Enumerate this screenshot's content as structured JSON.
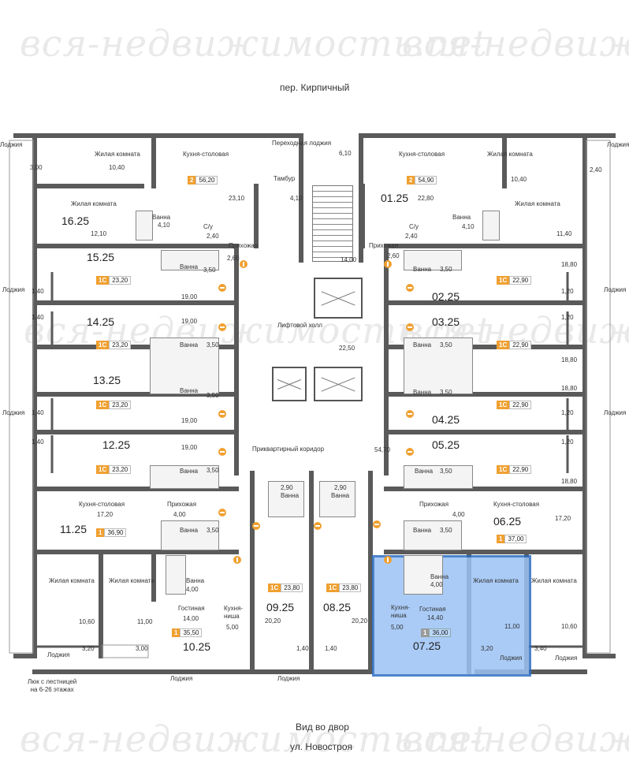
{
  "watermark": "вся-недвижимость.net",
  "streets": {
    "top": "пер. Кирпичный",
    "bottom_view": "Вид во двор",
    "bottom_street": "ул. Новостроя"
  },
  "common": {
    "transition_loggia": "Переходная лоджия",
    "transition_loggia_area": "6,10",
    "vestibule": "Тамбур",
    "vestibule_area": "4,10",
    "stair_area": "14,00",
    "lift_hall": "Лифтовой холл",
    "lift_hall_area": "22,50",
    "corridor": "Приквартирный коридор",
    "corridor_area": "54,70",
    "hatch_note": "Люк с лестницей\nна 6-26 этажах"
  },
  "room_names": {
    "living": "Жилая комната",
    "kitchen_dining": "Кухня-столовая",
    "hall": "Прихожая",
    "bath": "Ванна",
    "wc": "С/у",
    "loggia": "Лоджия",
    "lounge": "Гостиная",
    "kitchen_niche": "Кухня-\nниша"
  },
  "apartments": [
    {
      "number": "16.25",
      "rooms": "2",
      "area": "56,20"
    },
    {
      "number": "01.25",
      "rooms": "2",
      "area": "54,90"
    },
    {
      "number": "15.25",
      "rooms": "1С",
      "area": "23,20"
    },
    {
      "number": "14.25",
      "rooms": "1С",
      "area": "23,20"
    },
    {
      "number": "13.25",
      "rooms": "1С",
      "area": "23,20"
    },
    {
      "number": "12.25",
      "rooms": "1С",
      "area": "23,20"
    },
    {
      "number": "11.25",
      "rooms": "1",
      "area": "36,90"
    },
    {
      "number": "10.25",
      "rooms": "1",
      "area": "35,50"
    },
    {
      "number": "09.25",
      "rooms": "1С",
      "area": "23,80"
    },
    {
      "number": "08.25",
      "rooms": "1С",
      "area": "23,80"
    },
    {
      "number": "07.25",
      "rooms": "1",
      "area": "36,00",
      "selected": true
    },
    {
      "number": "06.25",
      "rooms": "1",
      "area": "37,00"
    },
    {
      "number": "05.25",
      "rooms": "1С",
      "area": "22,90"
    },
    {
      "number": "04.25",
      "rooms": "1С",
      "area": "22,90"
    },
    {
      "number": "03.25",
      "rooms": "1С",
      "area": "22,90"
    },
    {
      "number": "02.25",
      "rooms": "1С",
      "area": "22,90"
    }
  ],
  "areas": {
    "a16_loggia": "3,00",
    "a16_living1": "10,40",
    "a16_kitchen": "23,10",
    "a16_living2": "12,10",
    "a16_bath": "4,10",
    "a16_wc": "2,40",
    "a16_hall": "2,60",
    "a01_kitchen": "22,80",
    "a01_living1": "10,40",
    "a01_loggia": "2,40",
    "a01_living2": "11,40",
    "a01_bath": "4,10",
    "a01_wc": "2,40",
    "a01_hall": "2,60",
    "a15_main": "19,00",
    "a15_bath": "3,50",
    "a15_loggia": "1,40",
    "a14_main": "19,00",
    "a14_bath": "3,50",
    "a14_loggia": "1,40",
    "a13_main": "19,00",
    "a13_bath": "3,50",
    "a13_loggia": "1,40",
    "a12_main": "19,00",
    "a12_bath": "3,50",
    "a12_loggia": "1,40",
    "a11_kitchen": "17,20",
    "a11_hall": "4,00",
    "a11_bath": "3,50",
    "a11_living": "10,60",
    "a11_loggia": "3,20",
    "a10_living": "11,00",
    "a10_lounge": "14,00",
    "a10_bath": "4,00",
    "a10_niche": "5,00",
    "a10_loggia": "3,00",
    "a09_bath": "2,90",
    "a09_main": "20,20",
    "a09_loggia": "1,40",
    "a08_bath": "2,90",
    "a08_main": "20,20",
    "a08_loggia": "1,40",
    "a07_bath": "4,00",
    "a07_lounge": "14,40",
    "a07_niche": "5,00",
    "a07_living": "11,00",
    "a07_loggia": "3,20",
    "a06_kitchen": "17,20",
    "a06_hall": "4,00",
    "a06_bath": "3,50",
    "a06_living": "10,60",
    "a06_loggia": "3,40",
    "a05_main": "18,80",
    "a05_bath": "3,50",
    "a05_loggia": "1,20",
    "a04_main": "18,80",
    "a04_bath": "3,50",
    "a04_loggia": "1,20",
    "a03_main": "18,80",
    "a03_bath": "3,50",
    "a03_loggia": "1,20",
    "a02_main": "18,80",
    "a02_bath": "3,50",
    "a02_loggia": "1,20"
  },
  "colors": {
    "wall": "#5a5a5a",
    "room_tag": "#f0a030",
    "selected": "#9cc3f5",
    "selected_border": "#2d6fc4"
  }
}
